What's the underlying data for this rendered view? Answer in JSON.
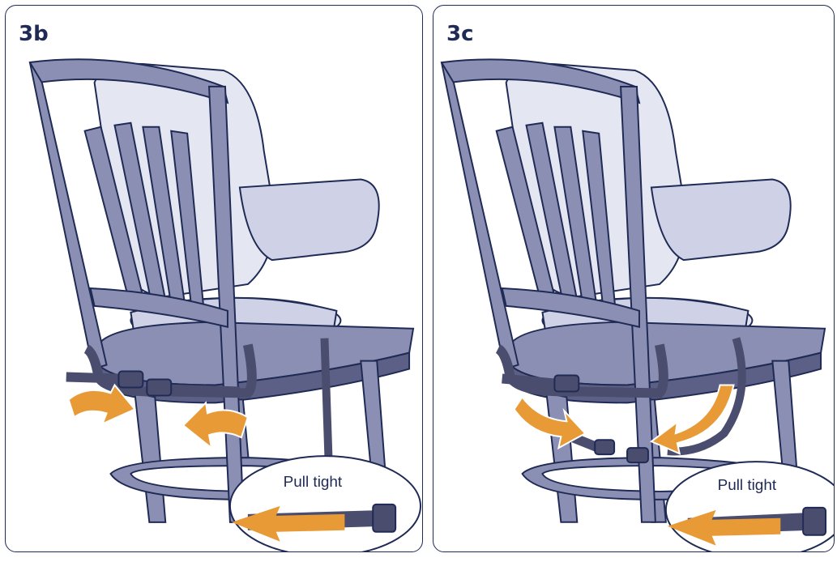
{
  "steps": [
    {
      "label": "3b",
      "callout": "Pull tight"
    },
    {
      "label": "3c",
      "callout": "Pull tight"
    }
  ],
  "colors": {
    "chair": "#8b8fb3",
    "chair_dark": "#5c6086",
    "outline": "#1f2a55",
    "booster": "#e4e6f2",
    "booster_shade": "#cfd2e6",
    "strap": "#4a4d6e",
    "arrow": "#e89a36",
    "frame": "#1f2a55"
  },
  "icons": [
    "chair-illustration",
    "booster-seat-illustration",
    "strap-icon",
    "buckle-icon",
    "curved-arrow-icon",
    "magnifier-callout-icon"
  ]
}
